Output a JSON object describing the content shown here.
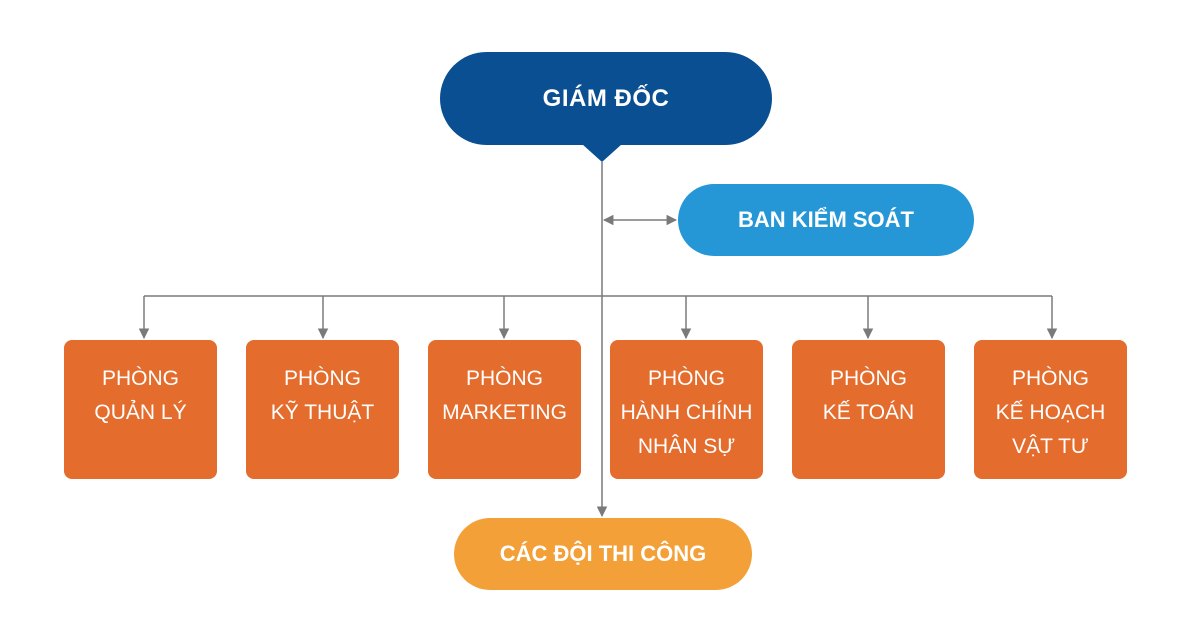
{
  "director": {
    "label": "GIÁM ĐỐC"
  },
  "control_board": {
    "label": "BAN KIỂM SOÁT"
  },
  "construction_teams": {
    "label": "CÁC ĐỘI THI CÔNG"
  },
  "departments": [
    {
      "label": "PHÒNG\nQUẢN LÝ"
    },
    {
      "label": "PHÒNG\nKỸ THUẬT"
    },
    {
      "label": "PHÒNG\nMARKETING"
    },
    {
      "label": "PHÒNG\nHÀNH CHÍNH\nNHÂN SỰ"
    },
    {
      "label": "PHÒNG\nKẾ TOÁN"
    },
    {
      "label": "PHÒNG\nKẾ HOẠCH\nVẬT TƯ"
    }
  ],
  "colors": {
    "director": "#0a4f92",
    "control_board": "#2597d6",
    "department": "#e46c2c",
    "construction_teams": "#f4a038",
    "connector": "#7a7a7a"
  }
}
